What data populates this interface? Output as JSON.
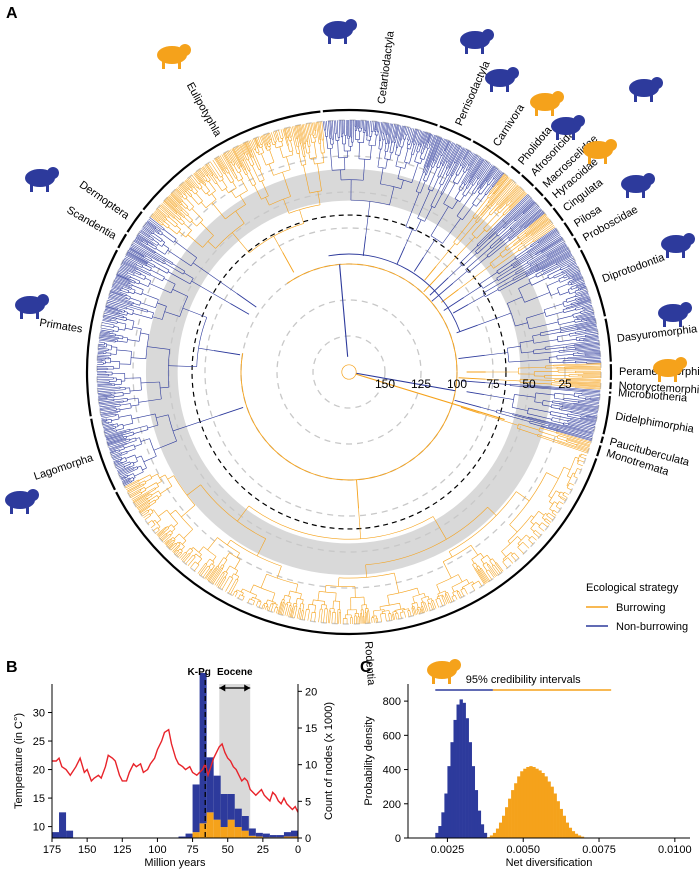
{
  "panels": {
    "a": {
      "label": "A"
    },
    "b": {
      "label": "B"
    },
    "c": {
      "label": "C"
    }
  },
  "colors": {
    "burrowing": "#F5A21B",
    "non_burrowing": "#2D3A9C",
    "temperature": "#E8232A",
    "eocene_band": "#D9D9D9"
  },
  "tree": {
    "time_ticks": [
      "150",
      "125",
      "100",
      "75",
      "50",
      "25"
    ],
    "tick_values": [
      150,
      125,
      100,
      75,
      50,
      25
    ],
    "max_age": 175,
    "kpg_age": 66,
    "eocene": [
      56,
      34
    ],
    "clades": [
      {
        "name": "Eulipotyphla",
        "strategy": "burrowing",
        "silhouette": "mole-icon"
      },
      {
        "name": "Cetartiodactyla",
        "strategy": "non-burrowing",
        "silhouette": "deer-icon"
      },
      {
        "name": "Perrisodactyla",
        "strategy": "non-burrowing",
        "silhouette": "rhinoceros-icon"
      },
      {
        "name": "Carnivora",
        "strategy": "non-burrowing",
        "silhouette": "meerkat-icon"
      },
      {
        "name": "Pholidota",
        "strategy": "burrowing",
        "silhouette": ""
      },
      {
        "name": "Afrosoricida",
        "strategy": "burrowing",
        "silhouette": "tenrec-icon"
      },
      {
        "name": "Macroscelidae",
        "strategy": "non-burrowing",
        "silhouette": ""
      },
      {
        "name": "Hyracoidae",
        "strategy": "non-burrowing",
        "silhouette": "hyrax-icon"
      },
      {
        "name": "Cingulata",
        "strategy": "burrowing",
        "silhouette": "armadillo-icon"
      },
      {
        "name": "Pilosa",
        "strategy": "non-burrowing",
        "silhouette": ""
      },
      {
        "name": "Proboscidae",
        "strategy": "non-burrowing",
        "silhouette": "elephant-icon"
      },
      {
        "name": "Diprotodontia",
        "strategy": "non-burrowing",
        "silhouette": "koala-icon"
      },
      {
        "name": "Dasyuromorphia",
        "strategy": "non-burrowing",
        "silhouette": "devil-icon"
      },
      {
        "name": "Peramelemorphia",
        "strategy": "burrowing",
        "silhouette": ""
      },
      {
        "name": "Notoryctemorphia",
        "strategy": "burrowing",
        "silhouette": ""
      },
      {
        "name": "Microbiotheria",
        "strategy": "non-burrowing",
        "silhouette": ""
      },
      {
        "name": "Didelphimorphia",
        "strategy": "non-burrowing",
        "silhouette": "opossum-icon"
      },
      {
        "name": "Paucituberculata",
        "strategy": "non-burrowing",
        "silhouette": ""
      },
      {
        "name": "Monotremata",
        "strategy": "burrowing",
        "silhouette": "platypus-icon"
      },
      {
        "name": "Rodentia",
        "strategy": "burrowing",
        "silhouette": "chinchilla-icon"
      },
      {
        "name": "Lagomorpha",
        "strategy": "non-burrowing",
        "silhouette": "rabbit-icon"
      },
      {
        "name": "Primates",
        "strategy": "non-burrowing",
        "silhouette": "monkey-icon"
      },
      {
        "name": "Scandentia",
        "strategy": "non-burrowing",
        "silhouette": ""
      },
      {
        "name": "Dermoptera",
        "strategy": "non-burrowing",
        "silhouette": "colugo-icon"
      }
    ]
  },
  "legend": {
    "title": "Ecological strategy",
    "items": [
      {
        "label": "Burrowing",
        "color": "#F5A21B"
      },
      {
        "label": "Non-burrowing",
        "color": "#2D3A9C"
      }
    ]
  },
  "chart_data": [
    {
      "panel": "B",
      "type": "line",
      "title": "",
      "xlabel": "Million years",
      "ylabel": "Temperature (in C°)",
      "y2label": "Count of nodes (x 1000)",
      "xlim": [
        175,
        0
      ],
      "ylim": [
        8,
        35
      ],
      "y2lim": [
        0,
        21
      ],
      "xticks": [
        175,
        150,
        125,
        100,
        75,
        50,
        25,
        0
      ],
      "yticks": [
        10,
        15,
        20,
        25,
        30
      ],
      "y2ticks": [
        0,
        5,
        10,
        15,
        20
      ],
      "annotations": [
        {
          "label": "K-Pg",
          "x": 66
        },
        {
          "label": "Eocene",
          "x_range": [
            56,
            34
          ]
        }
      ],
      "temperature_series": {
        "name": "Temperature",
        "x": [
          175,
          172,
          170,
          168,
          165,
          162,
          158,
          155,
          152,
          150,
          147,
          145,
          142,
          140,
          137,
          135,
          132,
          130,
          127,
          125,
          122,
          120,
          117,
          115,
          112,
          110,
          107,
          105,
          102,
          100,
          97,
          95,
          92,
          90,
          87,
          85,
          82,
          80,
          77,
          75,
          72,
          70,
          68,
          66,
          64,
          62,
          60,
          58,
          56,
          54,
          52,
          50,
          48,
          46,
          44,
          42,
          40,
          38,
          36,
          34,
          32,
          30,
          28,
          26,
          24,
          22,
          20,
          18,
          16,
          14,
          12,
          10,
          8,
          6,
          4,
          2,
          0
        ],
        "y": [
          21.5,
          21.5,
          22,
          20.5,
          20,
          19,
          20.5,
          22,
          19.5,
          20,
          18,
          18.5,
          19,
          18.5,
          20.5,
          22.5,
          22,
          21.5,
          19,
          18,
          18,
          19.5,
          21,
          20.5,
          21,
          19.5,
          20,
          21,
          22,
          23.5,
          25,
          26.5,
          27,
          24.5,
          22,
          21,
          20.5,
          20,
          20.5,
          19.5,
          19,
          19.5,
          20,
          21,
          19,
          20.5,
          22,
          23,
          24,
          24.5,
          23,
          22,
          21.5,
          20.5,
          20,
          19,
          18,
          18.5,
          18,
          16.5,
          16,
          15.5,
          16,
          16.5,
          15.5,
          15,
          14.5,
          16,
          15.5,
          14.5,
          14,
          15,
          14,
          13.5,
          13,
          13.5,
          12.5
        ]
      },
      "node_count_series": [
        {
          "name": "Non-burrowing",
          "bins_start": [
            175,
            170,
            165,
            160,
            155,
            150,
            145,
            140,
            135,
            130,
            125,
            120,
            115,
            110,
            105,
            100,
            95,
            90,
            85,
            80,
            75,
            70,
            65,
            60,
            55,
            50,
            45,
            40,
            35,
            30,
            25,
            20,
            15,
            10,
            5
          ],
          "values": [
            0.8,
            3.5,
            1.0,
            0,
            0,
            0,
            0,
            0,
            0,
            0,
            0,
            0,
            0,
            0,
            0,
            0,
            0,
            0,
            0.2,
            0.6,
            6.5,
            20.5,
            7.5,
            6.0,
            4.5,
            3.5,
            2.5,
            2.0,
            1.0,
            0.5,
            0.5,
            0.3,
            0.3,
            0.6,
            0.8
          ]
        },
        {
          "name": "Burrowing",
          "bins_start": [
            175,
            170,
            165,
            160,
            155,
            150,
            145,
            140,
            135,
            130,
            125,
            120,
            115,
            110,
            105,
            100,
            95,
            90,
            85,
            80,
            75,
            70,
            65,
            60,
            55,
            50,
            45,
            40,
            35,
            30,
            25,
            20,
            15,
            10,
            5
          ],
          "values": [
            0,
            0,
            0,
            0,
            0,
            0,
            0,
            0,
            0,
            0,
            0,
            0,
            0,
            0,
            0,
            0,
            0,
            0,
            0,
            0,
            0.8,
            2.0,
            3.5,
            2.5,
            1.5,
            2.5,
            1.5,
            1.0,
            0.3,
            0.2,
            0.1,
            0.1,
            0.1,
            0.2,
            0.2
          ]
        }
      ]
    },
    {
      "panel": "C",
      "type": "bar",
      "title": "",
      "xlabel": "Net diversification",
      "ylabel": "Probability density",
      "annotation": "95% credibility intervals",
      "xlim": [
        0.0012,
        0.0105
      ],
      "ylim": [
        0,
        900
      ],
      "xticks": [
        0.0025,
        0.005,
        0.0075,
        0.01
      ],
      "xtick_labels": [
        "0.0025",
        "0.0050",
        "0.0075",
        "0.0100"
      ],
      "yticks": [
        0,
        200,
        400,
        600,
        800
      ],
      "credibility_intervals": [
        {
          "name": "Non-burrowing",
          "range": [
            0.0021,
            0.004
          ]
        },
        {
          "name": "Burrowing",
          "range": [
            0.004,
            0.0079
          ]
        }
      ],
      "bin_width": 0.0001,
      "series": [
        {
          "name": "Non-burrowing",
          "x_start": 0.0021,
          "values": [
            30,
            70,
            150,
            260,
            420,
            560,
            690,
            780,
            810,
            790,
            700,
            560,
            420,
            280,
            160,
            80,
            30
          ]
        },
        {
          "name": "Burrowing",
          "x_start": 0.0038,
          "values": [
            5,
            15,
            30,
            55,
            90,
            130,
            180,
            230,
            280,
            320,
            360,
            390,
            405,
            415,
            420,
            415,
            405,
            395,
            380,
            360,
            330,
            300,
            260,
            215,
            170,
            130,
            90,
            60,
            40,
            25,
            15,
            8
          ]
        }
      ]
    }
  ]
}
